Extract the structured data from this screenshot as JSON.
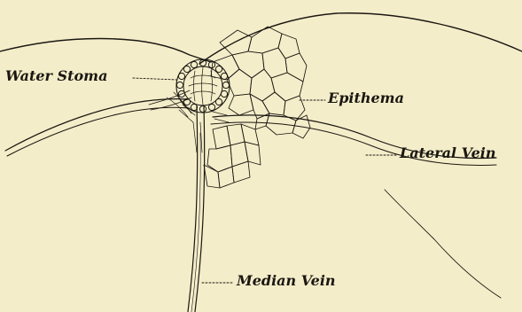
{
  "labels": {
    "water_stoma": "Water Stoma",
    "epithema": "Epithema",
    "lateral_vein": "Lateral Vein",
    "median_vein": "Median Vein"
  },
  "colors": {
    "paper": "#f4edc9",
    "ink": "#1a1712"
  }
}
